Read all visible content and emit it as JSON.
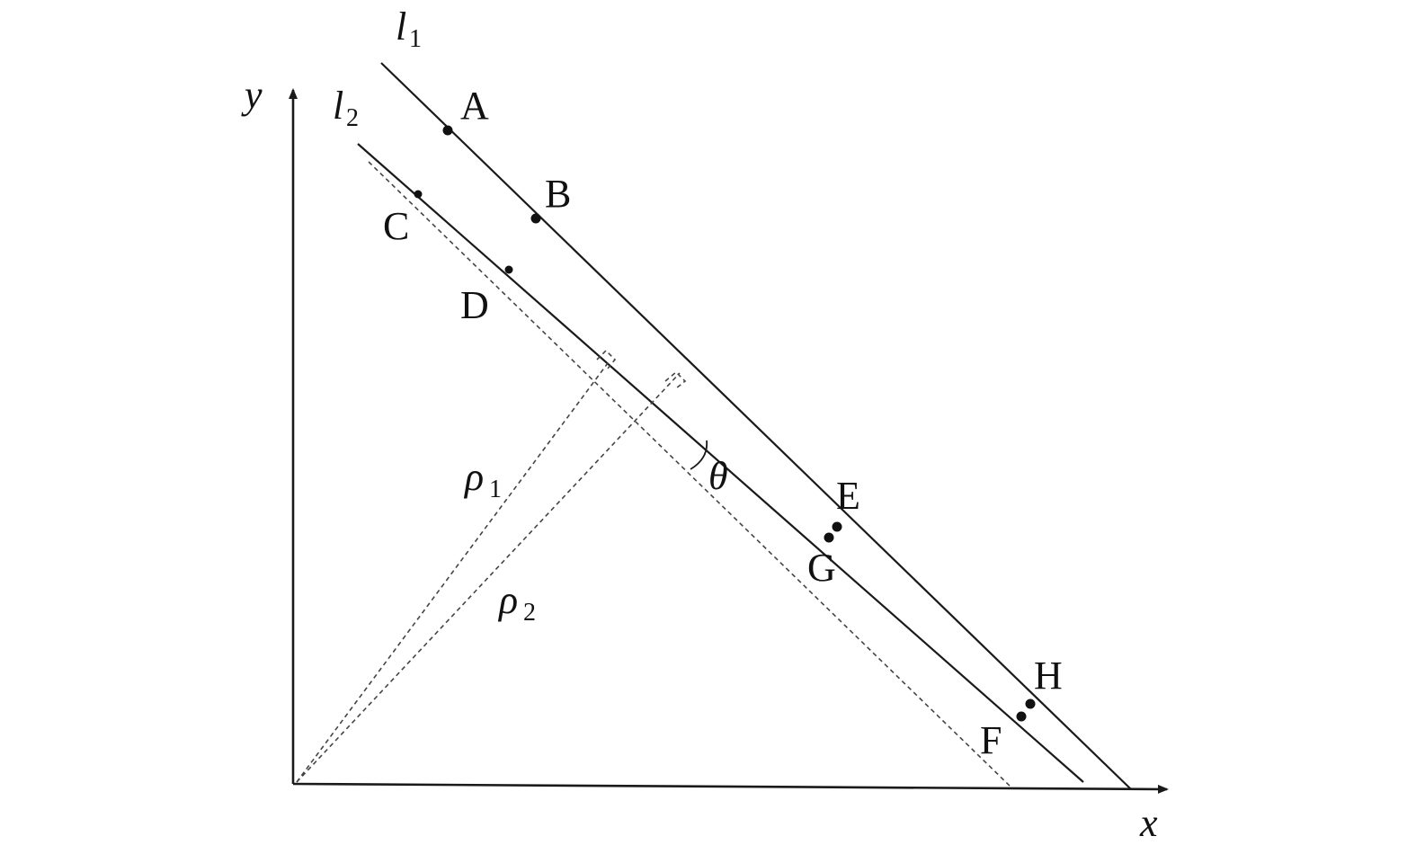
{
  "axes": {
    "x_label": "x",
    "y_label": "y"
  },
  "lines": {
    "l1": {
      "symbol": "l",
      "subscript": "1"
    },
    "l2": {
      "symbol": "l",
      "subscript": "2"
    }
  },
  "points": {
    "A": "A",
    "B": "B",
    "C": "C",
    "D": "D",
    "E": "E",
    "F": "F",
    "G": "G",
    "H": "H"
  },
  "distances": {
    "rho1": {
      "symbol": "ρ",
      "subscript": "1"
    },
    "rho2": {
      "symbol": "ρ",
      "subscript": "2"
    }
  },
  "angle": {
    "symbol": "θ"
  },
  "colors": {
    "line": "#1a1a1a",
    "dashed": "#444444",
    "background": "#ffffff"
  }
}
